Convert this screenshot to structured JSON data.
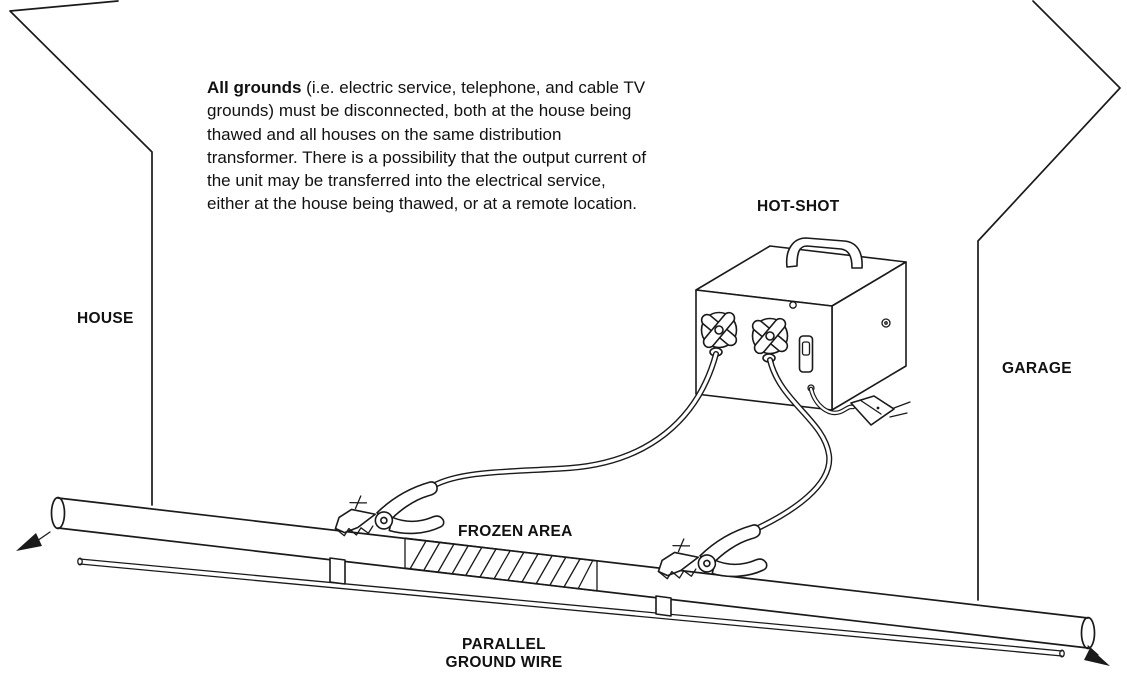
{
  "diagram": {
    "warning": {
      "bold": "All grounds",
      "rest": " (i.e. electric service, telephone, and cable TV grounds) must be disconnected, both at the house being thawed and all houses on the same distribution transformer. There is a possibility that the output current of the unit may be transferred into the electrical service, either at the house being thawed, or at a remote location."
    },
    "labels": {
      "house": "HOUSE",
      "garage": "GARAGE",
      "unit": "HOT-SHOT",
      "frozen_area": "FROZEN AREA",
      "parallel_ground_wire": "PARALLEL\nGROUND WIRE"
    },
    "colors": {
      "line": "#1a1a1a",
      "background": "#ffffff",
      "arrow_fill": "#1a1a1a"
    }
  }
}
